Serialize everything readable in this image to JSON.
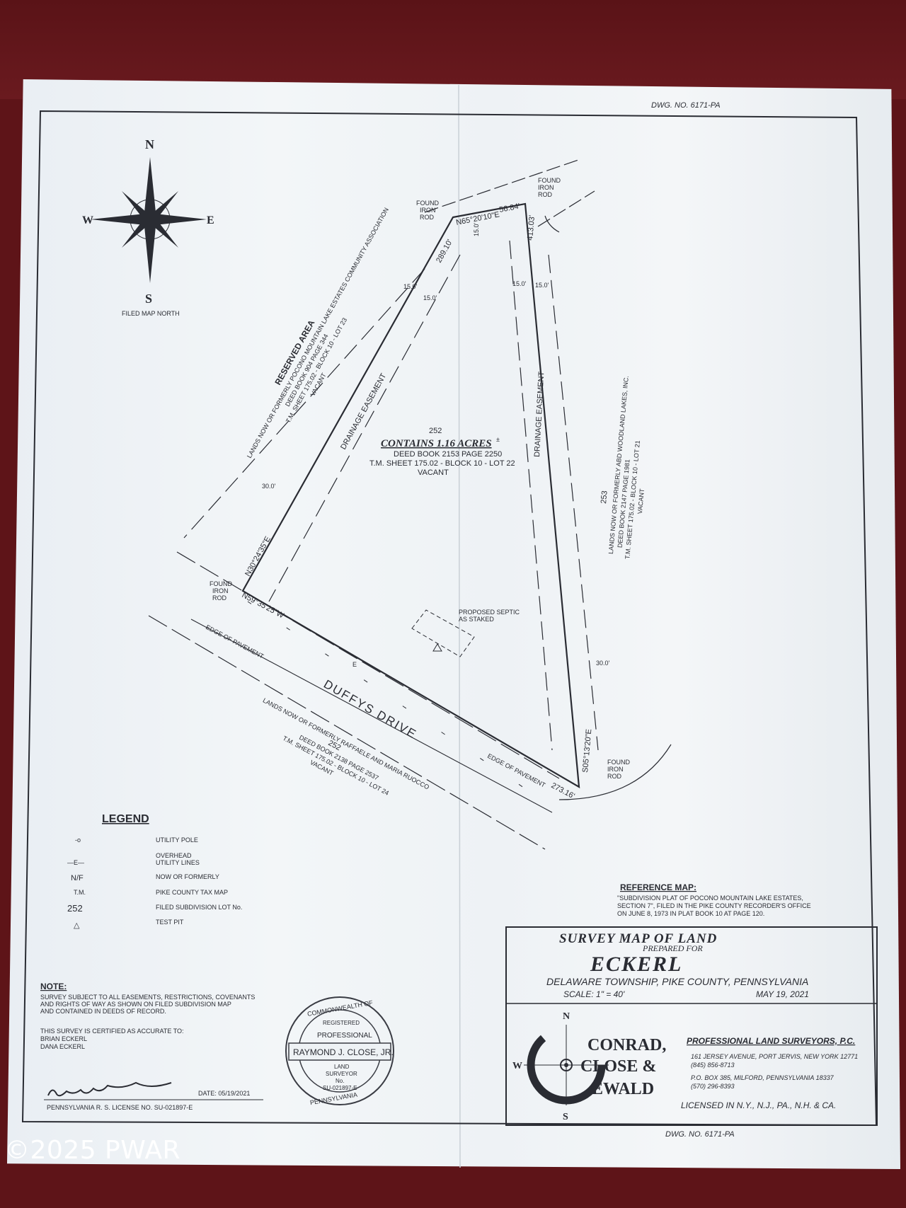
{
  "dwg_no_top": "DWG. NO. 6171-PA",
  "dwg_no_bottom": "DWG. NO. 6171-PA",
  "compass": {
    "n": "N",
    "s": "S",
    "e": "E",
    "w": "W",
    "caption": "FILED MAP NORTH"
  },
  "iron_rods": {
    "top_left": [
      "FOUND",
      "IRON",
      "ROD"
    ],
    "top_right": [
      "FOUND",
      "IRON",
      "ROD"
    ],
    "left": [
      "FOUND",
      "IRON",
      "ROD"
    ],
    "bottom_right": [
      "FOUND",
      "IRON",
      "ROD"
    ]
  },
  "bearings": {
    "north": "N65°20'10\"E",
    "north_dist": "56.84'",
    "east_dist": "413.03'",
    "west_dist": "289.10'",
    "west": "N30°24'35\"E",
    "south": "N59°35'25\"W",
    "south_dist": "273.16'",
    "east": "S05°13'20\"E"
  },
  "offsets": {
    "a": "15.0'",
    "b": "15.0'",
    "c": "15.0'",
    "d": "15.0'",
    "e": "15.0'",
    "f": "30.0'",
    "g": "30.0'"
  },
  "reserved_area": {
    "title": "RESERVED AREA",
    "line1": "LANDS NOW OR FORMERLY POCONO MOUNTAIN LAKE ESTATES COMMUNITY ASSOCIATION",
    "line2": "DEED BOOK 904 PAGE 344",
    "line3": "T.M. SHEET 175.02 - BLOCK 10 - LOT 23",
    "line4": "VACANT"
  },
  "drainage_left": "DRAINAGE EASEMENT",
  "drainage_right": "DRAINAGE EASEMENT",
  "lot": {
    "number": "252",
    "contains": "CONTAINS 1.16 ACRES",
    "plusminus": "±",
    "deed": "DEED BOOK 2153 PAGE 2250",
    "tm": "T.M. SHEET 175.02 - BLOCK 10 - LOT 22",
    "status": "VACANT"
  },
  "lot253": {
    "number": "253",
    "line1": "LANDS NOW OR FORMERLY ABD WOODLAND LAKES, INC.",
    "line2": "DEED BOOK 2147 PAGE 1981",
    "line3": "T.M. SHEET 175.02 - BLOCK 10 - LOT 21",
    "line4": "VACANT"
  },
  "septic": [
    "PROPOSED SEPTIC",
    "AS STAKED"
  ],
  "road": {
    "name": "DUFFYS DRIVE",
    "edge1": "EDGE OF PAVEMENT",
    "edge2": "EDGE OF PAVEMENT",
    "util": "E"
  },
  "lot252s": {
    "number": "252",
    "line1": "LANDS NOW OR FORMERLY RAFFAELE AND MARIA RUOCCO",
    "line2": "DEED BOOK 2138 PAGE 2537",
    "line3": "T.M. SHEET 175.02 - BLOCK 10 - LOT 24",
    "line4": "VACANT"
  },
  "legend": {
    "title": "LEGEND",
    "items": [
      {
        "symbol": "-o",
        "label": "UTILITY POLE"
      },
      {
        "symbol": "—E—",
        "label": "OVERHEAD",
        "label2": "UTILITY LINES"
      },
      {
        "symbol": "N/F",
        "label": "NOW OR FORMERLY"
      },
      {
        "symbol": "T.M.",
        "label": "PIKE COUNTY TAX MAP"
      },
      {
        "symbol": "252",
        "label": "FILED SUBDIVISION LOT No."
      },
      {
        "symbol": "△",
        "label": "TEST PIT"
      }
    ]
  },
  "reference_map": {
    "title": "REFERENCE MAP:",
    "line1": "\"SUBDIVISION PLAT OF POCONO MOUNTAIN LAKE ESTATES,",
    "line2": "SECTION 7\", FILED IN THE PIKE COUNTY RECORDER'S OFFICE",
    "line3": "ON JUNE 8, 1973 IN PLAT BOOK 10 AT PAGE 120."
  },
  "title_block": {
    "title": "SURVEY MAP OF LAND",
    "prepared": "PREPARED FOR",
    "client": "ECKERL",
    "location": "DELAWARE TOWNSHIP, PIKE COUNTY, PENNSYLVANIA",
    "scale": "SCALE:   1\" = 40'",
    "date": "MAY 19, 2021"
  },
  "firm": {
    "name1": "CONRAD,",
    "name2": "CLOSE &",
    "name3": "EWALD",
    "tagline": "PROFESSIONAL LAND SURVEYORS, P.C.",
    "addr1": "161 JERSEY AVENUE, PORT JERVIS, NEW YORK 12771",
    "phone1": "(845) 856-8713",
    "addr2": "P.O. BOX 385, MILFORD, PENNSYLVANIA 18337",
    "phone2": "(570) 296-8393",
    "licensed": "LICENSED IN N.Y., N.J., PA., N.H. & CA.",
    "n": "N",
    "s": "S",
    "w": "W"
  },
  "note": {
    "title": "NOTE:",
    "line1": "SURVEY SUBJECT TO ALL EASEMENTS, RESTRICTIONS, COVENANTS",
    "line2": "AND RIGHTS OF WAY AS SHOWN ON FILED SUBDIVISION MAP",
    "line3": "AND CONTAINED IN DEEDS OF RECORD.",
    "cert": "THIS SURVEY IS CERTIFIED AS ACCURATE TO:",
    "name1": "BRIAN ECKERL",
    "name2": "DANA ECKERL",
    "date": "DATE: 05/19/2021",
    "license": "PENNSYLVANIA R. S. LICENSE NO. SU-021897-E"
  },
  "seal": {
    "top": "COMMONWEALTH OF",
    "bottom": "PENNSYLVANIA",
    "registered": "REGISTERED",
    "professional": "PROFESSIONAL",
    "name": "RAYMOND J. CLOSE, JR.",
    "land": "LAND",
    "surveyor": "SURVEYOR",
    "no": "No.",
    "num": "SU-021897-E"
  },
  "watermark": "©2025 PWAR"
}
